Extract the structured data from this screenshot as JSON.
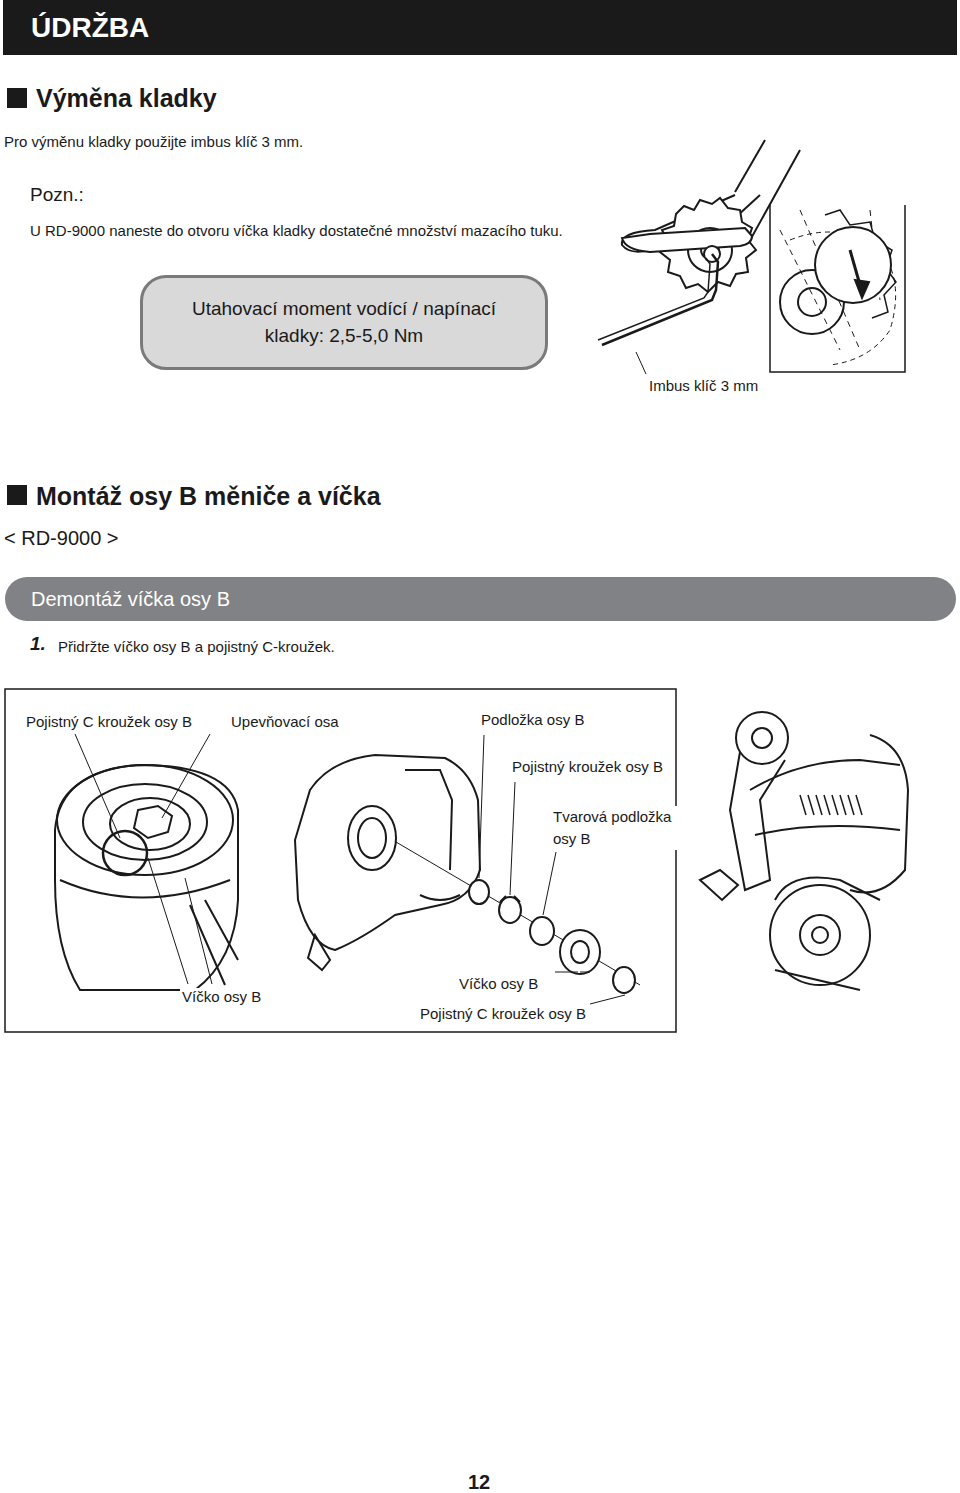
{
  "diagram": {
    "title": "ÚDRŽBA",
    "nodes": [
      {
        "text": [
          "Utahovací moment vodící / napínací kladky: 2,5-5,0 Nm"
        ]
      },
      {
        "text": [
          "Demontáž víčka osy B"
        ]
      }
    ],
    "labels": [
      "Výměna kladky",
      "Pro výměnu kladky použijte imbus klíč 3 mm.",
      "Pozn.:",
      "U RD-9000 naneste do otvoru víčka kladky dostatečné množství mazacího tuku.",
      "Imbus klíč 3 mm",
      "Montáž osy B měniče a víčka",
      "< RD-9000 >",
      "1.",
      "Přidržte víčko osy B a pojistný C-kroužek.",
      "Pojistný C kroužek osy B",
      "Upevňovací osa",
      "Podložka osy B",
      "Pojistný kroužek osy B",
      "Tvarová podložka osy B",
      "Víčko osy B",
      "Víčko osy B",
      "Pojistný C kroužek osy B",
      "12"
    ]
  }
}
